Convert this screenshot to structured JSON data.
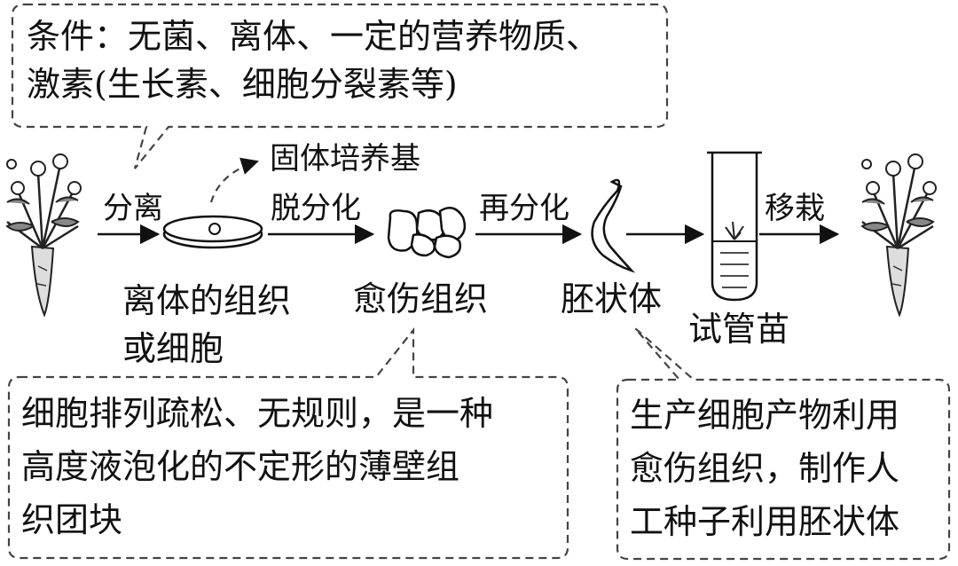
{
  "callout_conditions": {
    "line1": "条件：无菌、离体、一定的营养物质、",
    "line2": "激素(生长素、细胞分裂素等)"
  },
  "label_solid_medium": "固体培养基",
  "arrow_isolate": "分离",
  "arrow_dediff": "脱分化",
  "arrow_rediff": "再分化",
  "arrow_transplant": "移栽",
  "stage_explant": {
    "line1": "离体的组织",
    "line2": "或细胞"
  },
  "stage_callus": "愈伤组织",
  "stage_embryoid": "胚状体",
  "stage_plantlet": "试管苗",
  "callout_callus": {
    "line1": "细胞排列疏松、无规则，是一种",
    "line2": "高度液泡化的不定形的薄壁组",
    "line3": "织团块"
  },
  "callout_uses": {
    "line1": "生产细胞产物利用",
    "line2": "愈伤组织，制作人",
    "line3": "工种子利用胚状体"
  },
  "colors": {
    "ink": "#111111",
    "dash": "#444444"
  }
}
